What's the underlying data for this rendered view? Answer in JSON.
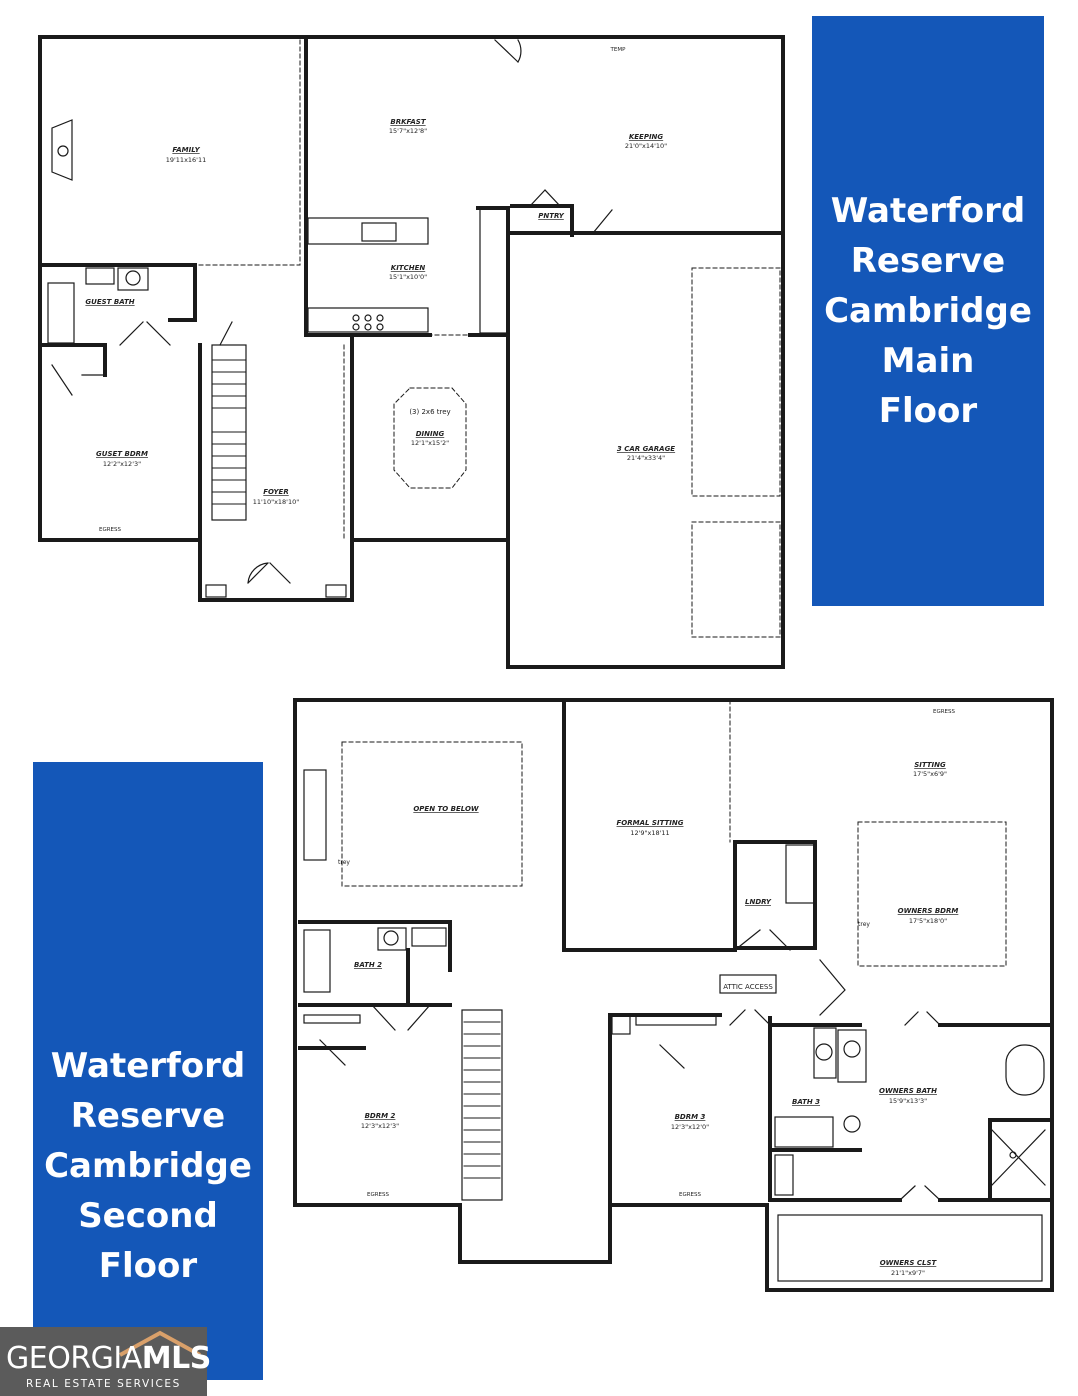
{
  "banners": {
    "main": [
      "Waterford",
      "Reserve",
      "Cambridge",
      "Main",
      "Floor"
    ],
    "second": [
      "Waterford",
      "Reserve",
      "Cambridge",
      "Second",
      "Floor"
    ]
  },
  "logo": {
    "word_a": "GEORGIA",
    "word_b": "MLS",
    "sub": "REAL ESTATE SERVICES"
  },
  "main_floor": {
    "family": {
      "name": "FAMILY",
      "dims": "19'11x16'11"
    },
    "brkfast": {
      "name": "BRKFAST",
      "dims": "15'7\"x12'8\""
    },
    "keeping": {
      "name": "KEEPING",
      "dims": "21'0\"x14'10\""
    },
    "pntry": {
      "name": "PNTRY"
    },
    "kitchen": {
      "name": "KITCHEN",
      "dims": "15'1\"x10'0\""
    },
    "guest_bath": {
      "name": "GUEST BATH"
    },
    "guest_bdrm": {
      "name": "GUSET BDRM",
      "dims": "12'2\"x12'3\""
    },
    "foyer": {
      "name": "FOYER",
      "dims": "11'10\"x18'10\""
    },
    "dining": {
      "name": "DINING",
      "dims": "12'1\"x15'2\"",
      "note": "(3) 2x6 trey"
    },
    "garage": {
      "name": "3 CAR GARAGE",
      "dims": "21'4\"x33'4\""
    },
    "tags": [
      "TEMP",
      "EGRESS"
    ]
  },
  "second_floor": {
    "open_to_below": {
      "name": "OPEN TO BELOW"
    },
    "formal_sitting": {
      "name": "FORMAL SITTING",
      "dims": "12'9\"x18'11"
    },
    "sitting": {
      "name": "SITTING",
      "dims": "17'5\"x6'9\""
    },
    "lndry": {
      "name": "LNDRY"
    },
    "owners_bdrm": {
      "name": "OWNERS BDRM",
      "dims": "17'5\"x18'0\""
    },
    "bath2": {
      "name": "BATH 2"
    },
    "attic": {
      "name": "ATTIC ACCESS"
    },
    "bdrm2": {
      "name": "BDRM 2",
      "dims": "12'3\"x12'3\""
    },
    "bdrm3": {
      "name": "BDRM 3",
      "dims": "12'3\"x12'0\""
    },
    "bath3": {
      "name": "BATH 3"
    },
    "owners_bath": {
      "name": "OWNERS BATH",
      "dims": "15'9\"x13'3\""
    },
    "owners_clst": {
      "name": "OWNERS CLST",
      "dims": "21'1\"x9'7\""
    },
    "trey_note": "trey",
    "tags": [
      "EGRESS"
    ]
  }
}
